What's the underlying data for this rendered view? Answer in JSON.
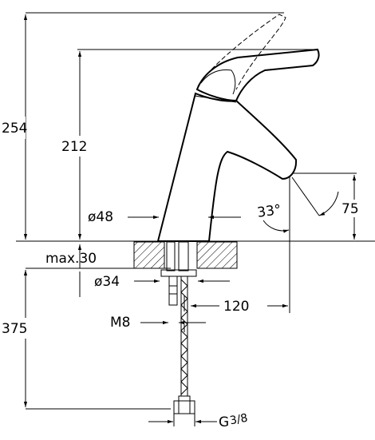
{
  "dimensions": {
    "total_height": "254",
    "spout_height": "212",
    "body_diameter": "ø48",
    "spout_angle": "33°",
    "spout_tip_height": "75",
    "max_deck_thickness": "max.30",
    "hole_diameter": "ø34",
    "spout_reach": "120",
    "stud_thread": "M8",
    "hose_length": "375",
    "hose_connection": "G",
    "hose_connection_fraction": "3/8"
  }
}
